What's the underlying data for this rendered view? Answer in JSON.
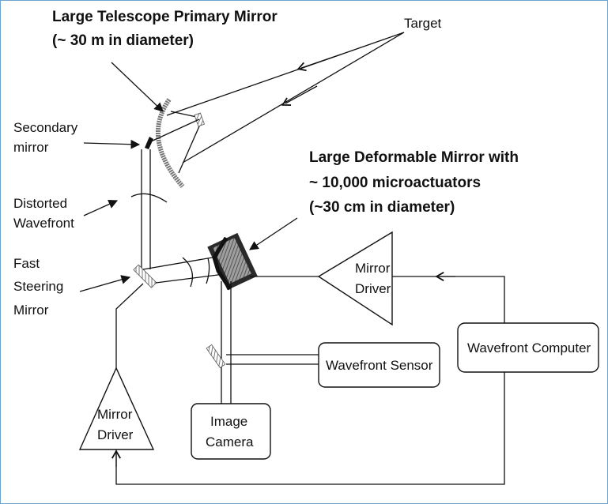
{
  "labels": {
    "primary_mirror_1": "Large Telescope Primary Mirror",
    "primary_mirror_2": "(~ 30 m in diameter)",
    "target": "Target",
    "secondary_1": "Secondary",
    "secondary_2": "mirror",
    "distorted_1": "Distorted",
    "distorted_2": "Wavefront",
    "fast_1": "Fast",
    "fast_2": "Steering",
    "fast_3": "Mirror",
    "deformable_1": "Large Deformable Mirror with",
    "deformable_2": "~ 10,000 microactuators",
    "deformable_3": "(~30 cm in diameter)",
    "mirror_driver_top_1": "Mirror",
    "mirror_driver_top_2": "Driver",
    "mirror_driver_bottom_1": "Mirror",
    "mirror_driver_bottom_2": "Driver",
    "wavefront_computer": "Wavefront Computer",
    "wavefront_sensor": "Wavefront Sensor",
    "image_camera_1": "Image",
    "image_camera_2": "Camera"
  },
  "colors": {
    "ink": "#111111",
    "frame_border": "#6fa3cf",
    "mirror_hatch": "#777777"
  }
}
